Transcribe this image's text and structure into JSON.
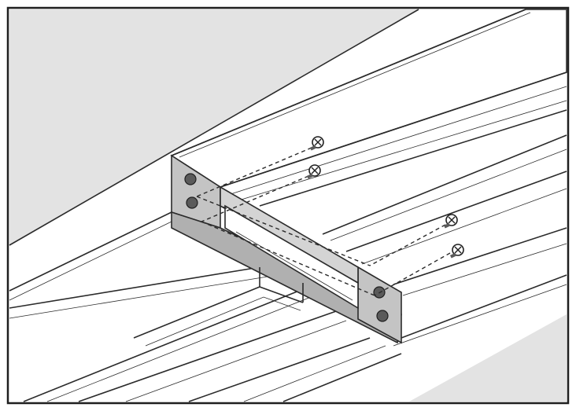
{
  "figure": {
    "kind": "line-art assembly illustration",
    "caption": "",
    "colors": {
      "background": "#ffffff",
      "wall": "#e3e3e3",
      "bracket": "#b8b8b8",
      "line": "#2b2b2b"
    }
  },
  "parts": [
    {
      "name": "upper-mounting-screw",
      "icon": "screw-icon"
    },
    {
      "name": "lower-mounting-screw",
      "icon": "screw-icon"
    }
  ]
}
